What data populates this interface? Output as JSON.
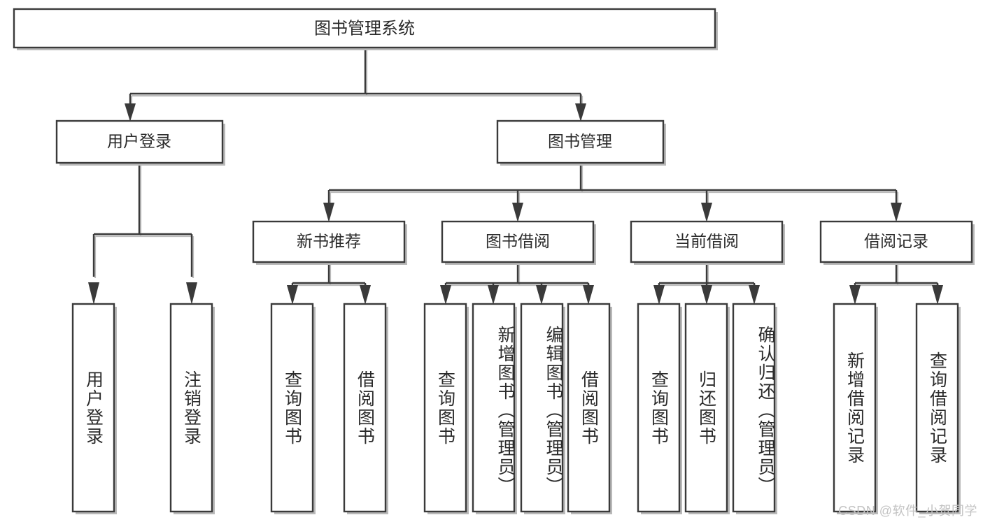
{
  "diagram": {
    "type": "tree-hierarchy",
    "title": "图书管理系统",
    "root": {
      "label": "图书管理系统"
    },
    "level2": [
      {
        "id": "user-login",
        "label": "用户登录"
      },
      {
        "id": "book-manage",
        "label": "图书管理"
      }
    ],
    "level3": [
      {
        "id": "new-book-recommend",
        "label": "新书推荐",
        "parent": "book-manage"
      },
      {
        "id": "book-borrow",
        "label": "图书借阅",
        "parent": "book-manage"
      },
      {
        "id": "current-borrow",
        "label": "当前借阅",
        "parent": "book-manage"
      },
      {
        "id": "borrow-record",
        "label": "借阅记录",
        "parent": "book-manage"
      }
    ],
    "leaves": [
      {
        "id": "leaf-user-login",
        "label": "用户登录",
        "parent": "user-login"
      },
      {
        "id": "leaf-logout",
        "label": "注销登录",
        "parent": "user-login"
      },
      {
        "id": "leaf-query-book-1",
        "label": "查询图书",
        "parent": "new-book-recommend"
      },
      {
        "id": "leaf-borrow-book-1",
        "label": "借阅图书",
        "parent": "new-book-recommend"
      },
      {
        "id": "leaf-query-book-2",
        "label": "查询图书",
        "parent": "book-borrow"
      },
      {
        "id": "leaf-add-book",
        "label": "新增图书（管理员）",
        "parent": "book-borrow"
      },
      {
        "id": "leaf-edit-book",
        "label": "编辑图书（管理员）",
        "parent": "book-borrow"
      },
      {
        "id": "leaf-borrow-book-2",
        "label": "借阅图书",
        "parent": "book-borrow"
      },
      {
        "id": "leaf-query-book-3",
        "label": "查询图书",
        "parent": "current-borrow"
      },
      {
        "id": "leaf-return-book",
        "label": "归还图书",
        "parent": "current-borrow"
      },
      {
        "id": "leaf-confirm-return",
        "label": "确认归还（管理员）",
        "parent": "current-borrow"
      },
      {
        "id": "leaf-add-record",
        "label": "新增借阅记录",
        "parent": "borrow-record"
      },
      {
        "id": "leaf-query-record",
        "label": "查询借阅记录",
        "parent": "borrow-record"
      }
    ],
    "colors": {
      "stroke": "#3a3a3a",
      "fill": "#ffffff",
      "text": "#2b2b2b",
      "shadow": "#bcbcbc",
      "watermark": "#c3c3c3"
    }
  },
  "watermark": {
    "text": "CSDN @软件_小贺同学"
  }
}
